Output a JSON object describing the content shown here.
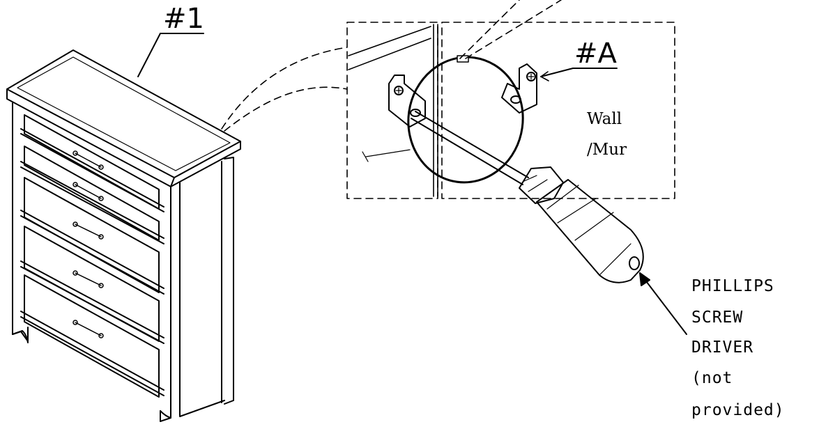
{
  "labels": {
    "dresser_ref": "#1",
    "bracket_ref": "#A",
    "wall_line1": "Wall",
    "wall_line2": "/Mur",
    "tool_note": [
      "PHILLIPS",
      "SCREW",
      "DRIVER",
      "(not",
      "provided)"
    ]
  },
  "colors": {
    "ink": "#000000",
    "paper": "#ffffff"
  }
}
